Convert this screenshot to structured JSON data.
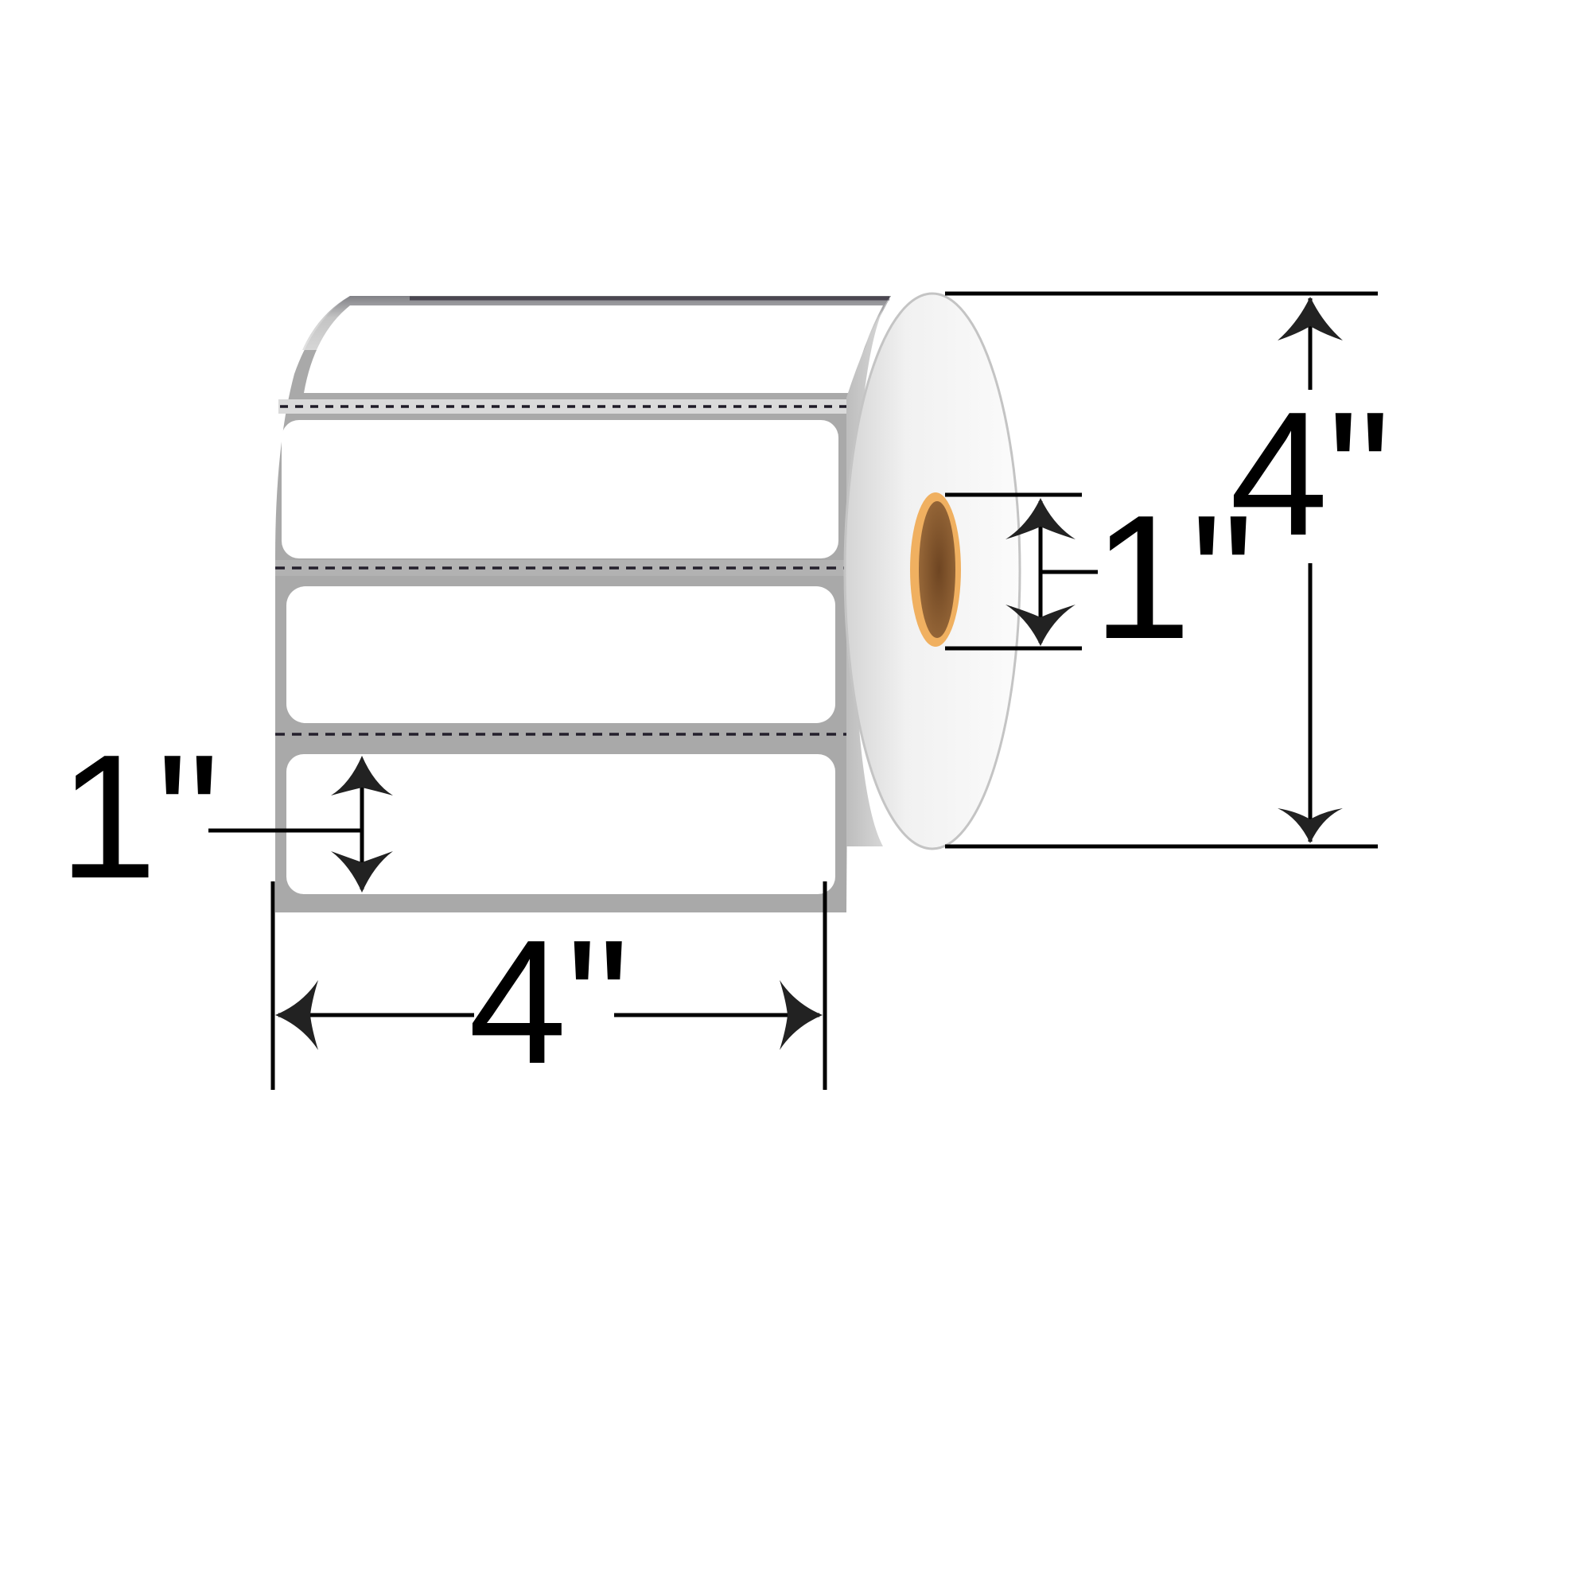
{
  "diagram": {
    "subject": "Label roll",
    "colors": {
      "background": "#ffffff",
      "liner": "#a8a8a8",
      "label": "#ffffff",
      "roll_face": "#ececec",
      "core_ring": "#f0b060",
      "core_inner": "#8a5a30",
      "dimension_line": "#000000"
    },
    "labels_visible": 4,
    "dimensions": {
      "roll_width": {
        "value": "4\"",
        "orientation": "horizontal"
      },
      "roll_outer_diameter": {
        "value": "4\"",
        "orientation": "vertical"
      },
      "core_inner_diameter": {
        "value": "1\"",
        "orientation": "vertical"
      },
      "label_height": {
        "value": "1\"",
        "orientation": "vertical"
      }
    }
  }
}
